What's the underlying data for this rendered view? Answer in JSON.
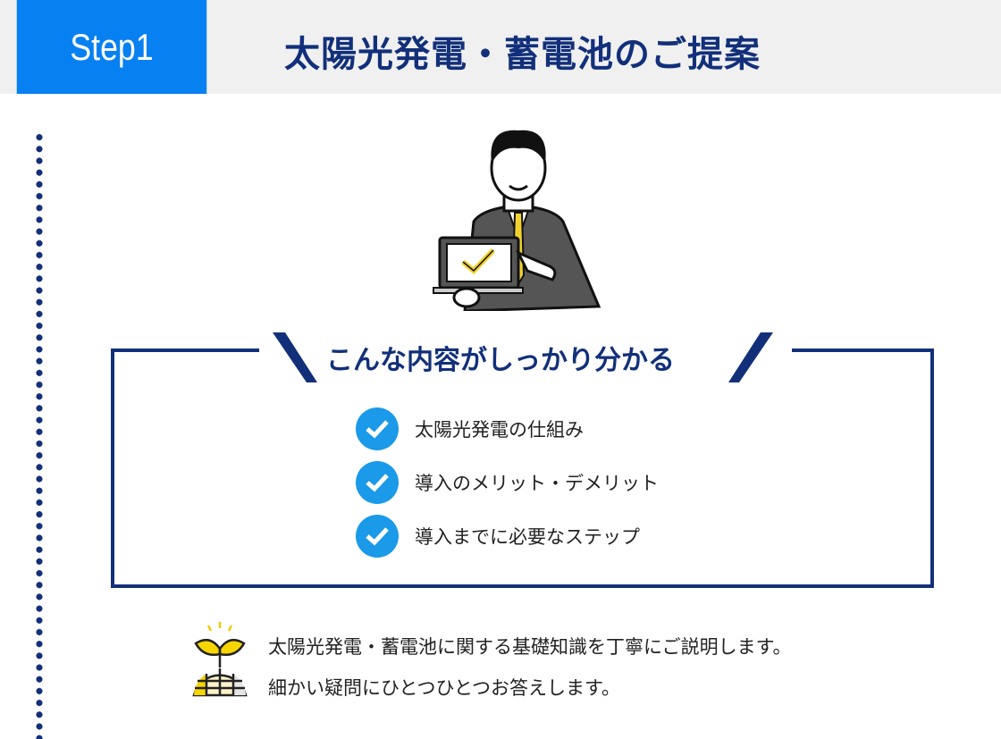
{
  "header": {
    "step": "Step1",
    "title": "太陽光発電・蓄電池のご提案"
  },
  "box": {
    "title": "こんな内容がしっかり分かる",
    "items": [
      "太陽光発電の仕組み",
      "導入のメリット・デメリット",
      "導入までに必要なステップ"
    ]
  },
  "description": [
    "太陽光発電・蓄電池に関する基礎知識を丁寧にご説明します。",
    "細かい疑問にひとつひとつお答えします。"
  ],
  "colors": {
    "step_bg": "#0780f2",
    "navy": "#12307a",
    "check": "#1a9ae8"
  }
}
